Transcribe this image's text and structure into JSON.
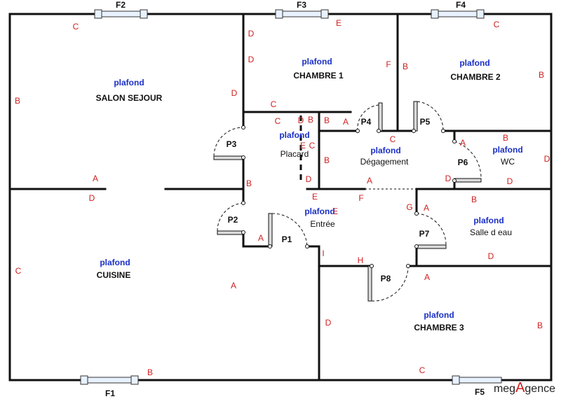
{
  "plan": {
    "ceiling_label": "plafond",
    "rooms": [
      {
        "name": "SALON SEJOUR",
        "ceiling": true
      },
      {
        "name": "CHAMBRE 1",
        "ceiling": true
      },
      {
        "name": "CHAMBRE 2",
        "ceiling": true
      },
      {
        "name": "Placard",
        "ceiling": true
      },
      {
        "name": "Dégagement",
        "ceiling": true
      },
      {
        "name": "WC",
        "ceiling": true
      },
      {
        "name": "Entrée",
        "ceiling": true
      },
      {
        "name": "Salle d eau",
        "ceiling": true
      },
      {
        "name": "CUISINE",
        "ceiling": true
      },
      {
        "name": "CHAMBRE 3",
        "ceiling": true
      }
    ],
    "windows": [
      "F1",
      "F2",
      "F3",
      "F4",
      "F5"
    ],
    "doors": [
      "P1",
      "P2",
      "P3",
      "P4",
      "P5",
      "P6",
      "P7",
      "P8"
    ],
    "wall_markers": [
      "C",
      "B",
      "A",
      "D",
      "C",
      "A",
      "B",
      "D",
      "D",
      "D",
      "E",
      "F",
      "C",
      "B",
      "B",
      "C",
      "D",
      "B",
      "A",
      "C",
      "E",
      "C",
      "B",
      "C",
      "D",
      "B",
      "D",
      "A",
      "B",
      "D",
      "E",
      "F",
      "E",
      "G",
      "A",
      "B",
      "D",
      "A",
      "A",
      "I",
      "H",
      "D",
      "B",
      "C",
      "A",
      "B",
      "D",
      "D"
    ]
  },
  "logo": {
    "part1": "meg",
    "accent": "A",
    "part2": "gence"
  },
  "colors": {
    "marker": "#d02020",
    "ceiling": "#1a2fc4",
    "wall": "#111111"
  }
}
